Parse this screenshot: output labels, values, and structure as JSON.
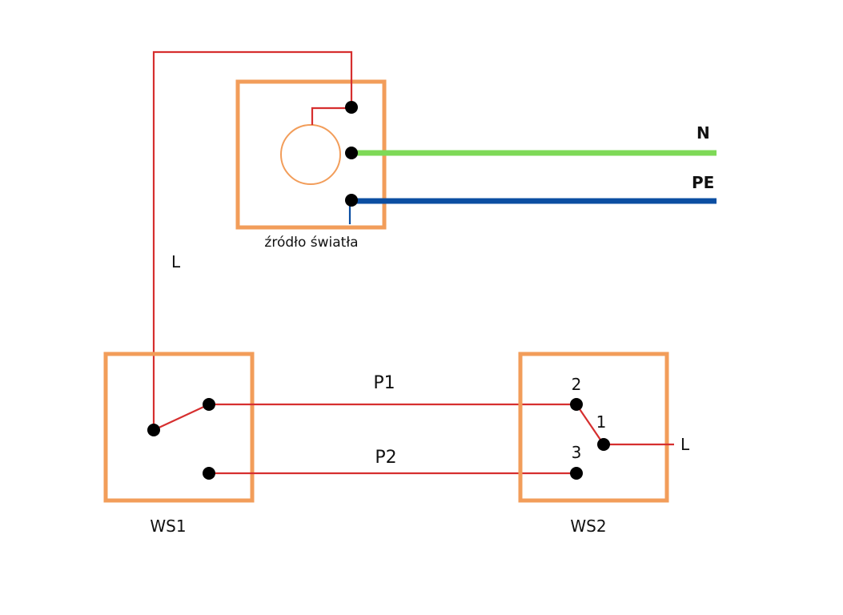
{
  "colors": {
    "box": "#f29d5a",
    "live_wire": "#d62f2f",
    "neutral_wire": "#7ed957",
    "earth_wire": "#0b4ea2",
    "terminal": "#000000",
    "lamp": "#f29d5a",
    "text": "#111111"
  },
  "light_source": {
    "label": "źródło światła"
  },
  "wires": {
    "live_label": "L",
    "neutral_label": "N",
    "earth_label": "PE",
    "p1_label": "P1",
    "p2_label": "P2"
  },
  "switch1": {
    "label": "WS1"
  },
  "switch2": {
    "label": "WS2",
    "terminal_2": "2",
    "terminal_3": "3",
    "terminal_1": "1",
    "live_label": "L"
  }
}
